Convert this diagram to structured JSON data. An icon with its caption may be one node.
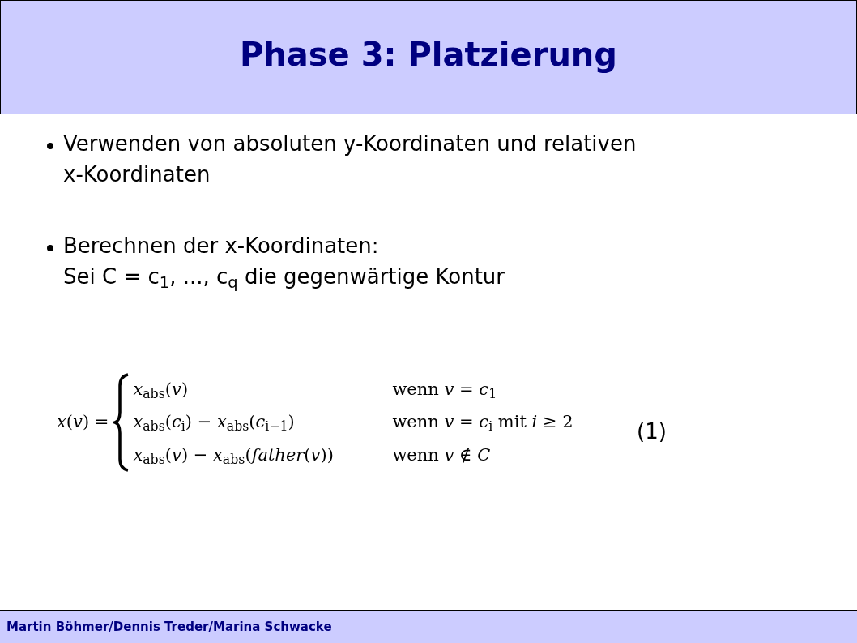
{
  "diagram": {
    "title": "Phase 3: Platzierung",
    "labels": [
      "Verwenden von absoluten y-Koordinaten und relativen x-Koordinaten",
      "Berechnen der x-Koordinaten:",
      "Sei C = c$_{1}$, ..., c$_{q}$ die gegenwärtige Kontur",
      "*x*(*v*) =",
      "*x*$_{abs}$(*v*)",
      "wenn *v* = *c*$_{1}$",
      "*x*$_{abs}$(*c*$_{i}$) − *x*$_{abs}$(*c*$_{i−1}$)",
      "wenn *v* = *c*$_{i}$ mit *i* ≥ 2",
      "*x*$_{abs}$(*v*) − *x*$_{abs}$(*father*(*v*))",
      "wenn *v* ∉ *C*",
      "(1)",
      "Martin Böhmer/Dennis Treder/Marina Schwacke"
    ]
  }
}
